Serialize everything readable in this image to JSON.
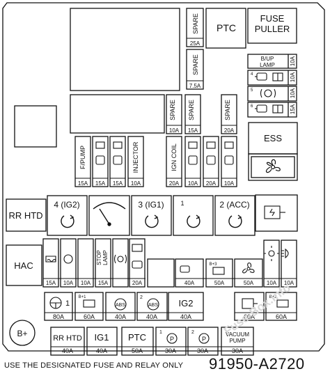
{
  "footer": {
    "note": "USE THE DESIGNATED FUSE AND RELAY ONLY",
    "part_number": "91950-A2720"
  },
  "watermark": "Fuse-Box.info",
  "top": {
    "ptc": "PTC",
    "fuse_puller": [
      "FUSE",
      "PULLER"
    ],
    "spare1": {
      "label": "SPARE",
      "amp": "25A"
    },
    "spare2": {
      "label": "SPARE",
      "amp": "7.5A"
    },
    "bup": {
      "label": [
        "B/UP",
        "LAMP"
      ],
      "amp": "10A"
    },
    "small_rows": [
      {
        "num": "4",
        "amp": "10A"
      },
      {
        "num": "5",
        "amp": "10A"
      },
      {
        "num": "6",
        "amp": "15A"
      }
    ]
  },
  "mid_spares": [
    {
      "label": "SPARE",
      "amp": "10A"
    },
    {
      "label": "SPARE",
      "amp": "15A"
    },
    {
      "label": "SPARE",
      "amp": "20A"
    }
  ],
  "mid_fuses": [
    {
      "label": "F/PUMP",
      "amp": "15A"
    },
    {
      "label": "",
      "amp": "15A"
    },
    {
      "label": "",
      "amp": "15A"
    },
    {
      "label": "INJECTOR",
      "amp": "10A"
    },
    {
      "label": "IGN COIL",
      "amp": "20A"
    },
    {
      "label": "",
      "amp": "10A"
    },
    {
      "label": "",
      "amp": "20A"
    },
    {
      "label": "",
      "amp": "10A"
    }
  ],
  "ess": "ESS",
  "relays": {
    "rr_htd": "RR HTD",
    "ig2": "4 (IG2)",
    "ig1": "3 (IG1)",
    "r1": "1",
    "acc": "2 (ACC)"
  },
  "hac": "HAC",
  "row3": {
    "stop_lamp": [
      "STOP",
      "LAMP"
    ],
    "amps": [
      "15A",
      "10A",
      "10A",
      "15A",
      "20A"
    ],
    "amp40": "40A",
    "b3": "B+3",
    "amp50a": "50A",
    "amp50b": "50A",
    "amp10a": "10A",
    "amp10b": "10A"
  },
  "row4": {
    "c1_num": "1",
    "c1_amp": "80A",
    "b1": "B+1",
    "c2_amp": "60A",
    "c3_amp": "40A",
    "c4_num": "2",
    "c4_amp": "40A",
    "ig2": "IG2",
    "c5_amp": "40A",
    "c6_amp": "60A",
    "b2": "B+2",
    "c7_amp": "60A",
    "abs": "ABS"
  },
  "row5": {
    "bplus": "B+",
    "rr_htd": "RR HTD",
    "a1": "40A",
    "ig1": "IG1",
    "a2": "40A",
    "ptc": "PTC",
    "a3": "50A",
    "p1_num": "1",
    "p1": "P",
    "a4": "30A",
    "p2_num": "2",
    "p2": "P",
    "a5": "30A",
    "vacuum": [
      "VACUUM",
      "PUMP"
    ],
    "a6": "30A"
  }
}
